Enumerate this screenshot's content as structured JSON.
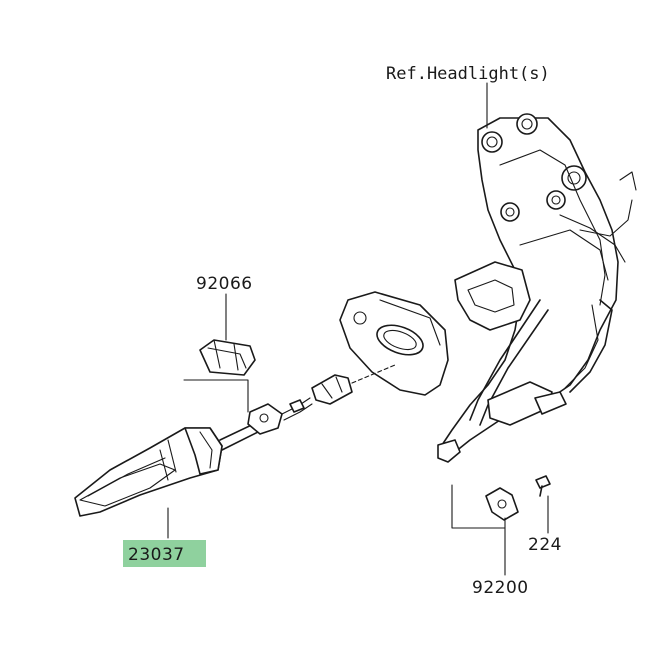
{
  "labels": {
    "ref_headlight": "Ref.Headlight(s)",
    "part_92066": "92066",
    "part_23037": "23037",
    "part_92200": "92200",
    "part_224": "224"
  },
  "colors": {
    "highlight": "#8fd19e",
    "line": "#1a1a1a",
    "background": "#ffffff"
  }
}
